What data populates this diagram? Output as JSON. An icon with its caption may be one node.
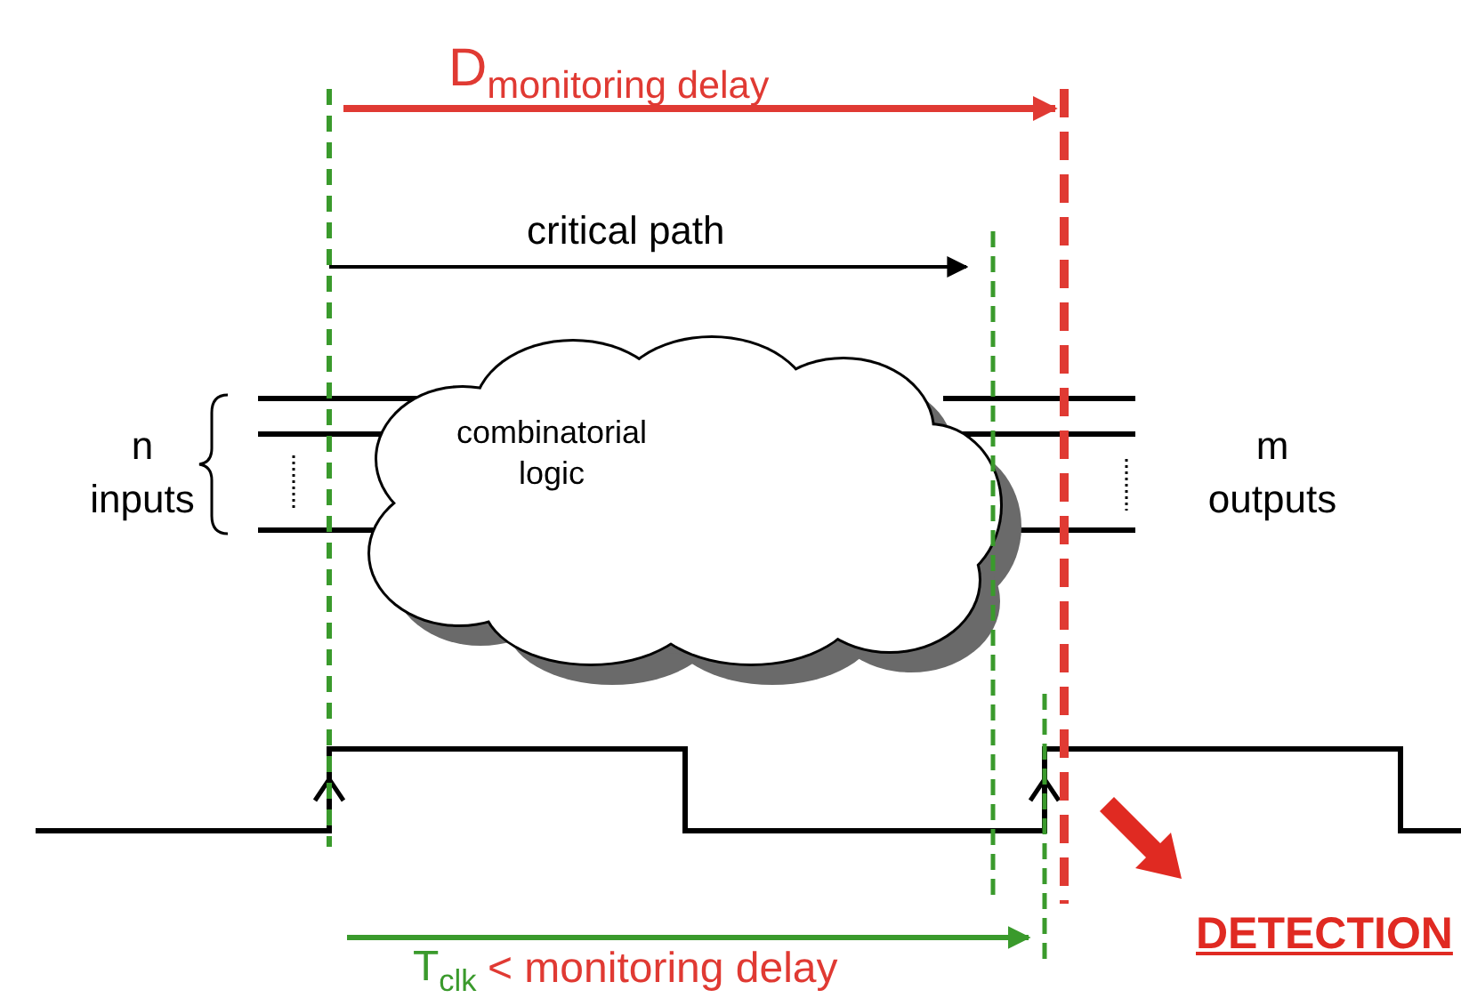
{
  "diagram": {
    "nodes": [
      {
        "text": [
          "combinatorial logic"
        ]
      }
    ],
    "labels": [
      "D$_{monitoring delay}$",
      "critical path",
      "n inputs",
      "m outputs",
      "DETECTION",
      "T$_{clk}$",
      "< monitoring delay"
    ]
  }
}
